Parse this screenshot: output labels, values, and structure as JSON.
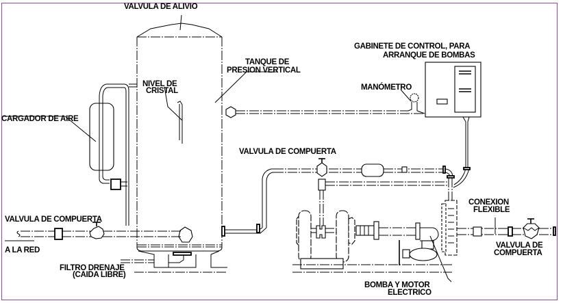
{
  "diagram": {
    "title": "Sistema hidroneumático con tanque de presión vertical",
    "labels": {
      "relief_valve": "VALVULA DE ALIVIO",
      "control_cabinet_1": "GABINETE DE CONTROL, PARA",
      "control_cabinet_2": "ARRANQUE DE BOMBAS",
      "pressure_tank_1": "TANQUE DE",
      "pressure_tank_2": "PRESION VERTICAL",
      "sight_glass_1": "NIVEL DE",
      "sight_glass_2": "CRISTAL",
      "manometer": "MANÓMETRO",
      "air_charger": "CARGADOR DE AIRE",
      "gate_valve_top": "VALVULA DE COMPUERTA",
      "gate_valve_left": "VALVULA DE COMPUERTA",
      "to_network": "A LA RED",
      "drain_filter_1": "FILTRO DRENAJE",
      "drain_filter_2": "(CAIDA LIBRE)",
      "flex_connection_1": "CONEXION",
      "flex_connection_2": "FLEXIBLE",
      "gate_valve_right_1": "VALVULA DE",
      "gate_valve_right_2": "COMPUERTA",
      "pump_motor_1": "BOMBA Y MOTOR",
      "pump_motor_2": "ELECTRICO"
    },
    "components": [
      {
        "id": "pressure-tank",
        "icon": "vertical-tank"
      },
      {
        "id": "air-charger",
        "icon": "capsule-tank"
      },
      {
        "id": "control-cabinet",
        "icon": "cabinet"
      },
      {
        "id": "manometer",
        "icon": "gauge-circle"
      },
      {
        "id": "pump-motor",
        "icon": "pump"
      },
      {
        "id": "gate-valves",
        "icon": "gate-valve"
      },
      {
        "id": "flex-connection",
        "icon": "coupling"
      }
    ],
    "colors": {
      "frame": "#8a4a96",
      "lines": "#000000",
      "background": "#ffffff"
    }
  }
}
